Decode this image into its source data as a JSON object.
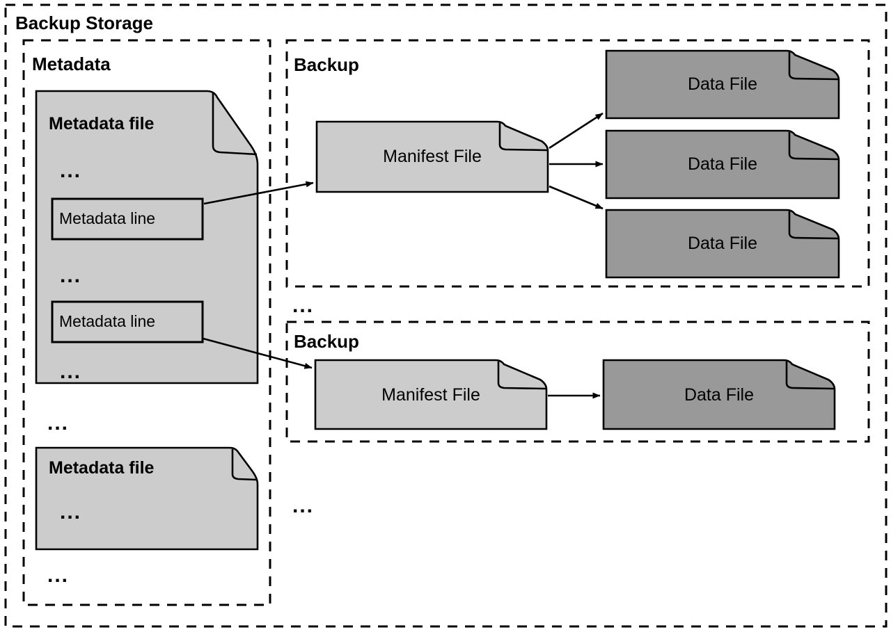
{
  "diagram": {
    "title": "Backup Storage",
    "colors": {
      "light_file_fill": "#cccccc",
      "dark_file_fill": "#999999",
      "stroke": "#000000",
      "background": "#ffffff"
    },
    "metadata_section": {
      "title": "Metadata",
      "ellipsis": "...",
      "files": [
        {
          "title": "Metadata file",
          "ellipsis_top": "...",
          "ellipsis_middle": "...",
          "ellipsis_bottom": "...",
          "lines": [
            {
              "label": "Metadata line"
            },
            {
              "label": "Metadata line"
            }
          ]
        },
        {
          "title": "Metadata file",
          "ellipsis_top": "..."
        }
      ],
      "ellipsis_between_files": "...",
      "ellipsis_after_files": "..."
    },
    "backups": [
      {
        "title": "Backup",
        "manifest": {
          "label": "Manifest File"
        },
        "data_files": [
          {
            "label": "Data File"
          },
          {
            "label": "Data File"
          },
          {
            "label": "Data File"
          }
        ]
      },
      {
        "title": "Backup",
        "manifest": {
          "label": "Manifest File"
        },
        "data_files": [
          {
            "label": "Data File"
          }
        ]
      }
    ],
    "backup_column_ellipsis": {
      "between_backups": "...",
      "after_backups": "..."
    }
  }
}
